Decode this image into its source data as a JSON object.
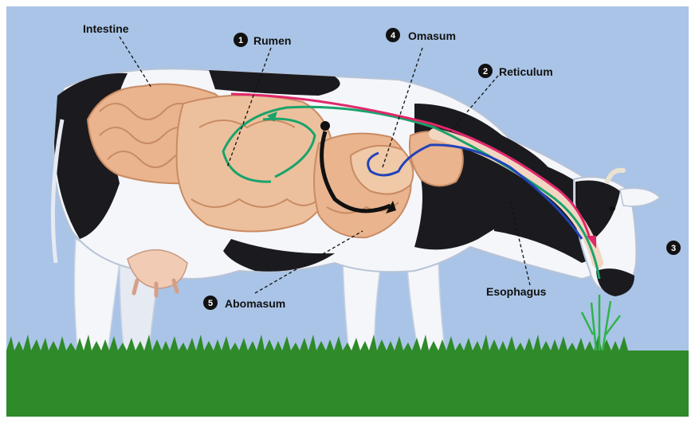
{
  "labels": {
    "intestine": "Intestine",
    "rumen": {
      "num": "1",
      "text": "Rumen"
    },
    "reticulum": {
      "num": "2",
      "text": "Reticulum"
    },
    "mouth": {
      "num": "3"
    },
    "omasum": {
      "num": "4",
      "text": "Omasum"
    },
    "abomasum": {
      "num": "5",
      "text": "Abomasum"
    },
    "esophagus": "Esophagus"
  },
  "colors": {
    "sky": "#a9c4e6",
    "grass": "#2f8a2a",
    "cow_white": "#f4f6fa",
    "cow_black": "#1b1b1f",
    "organ_tan": "#e9b48e",
    "flow_green": "#1aa36b",
    "flow_pink": "#e0286b",
    "flow_blue": "#2143b8",
    "flow_black": "#111111"
  }
}
